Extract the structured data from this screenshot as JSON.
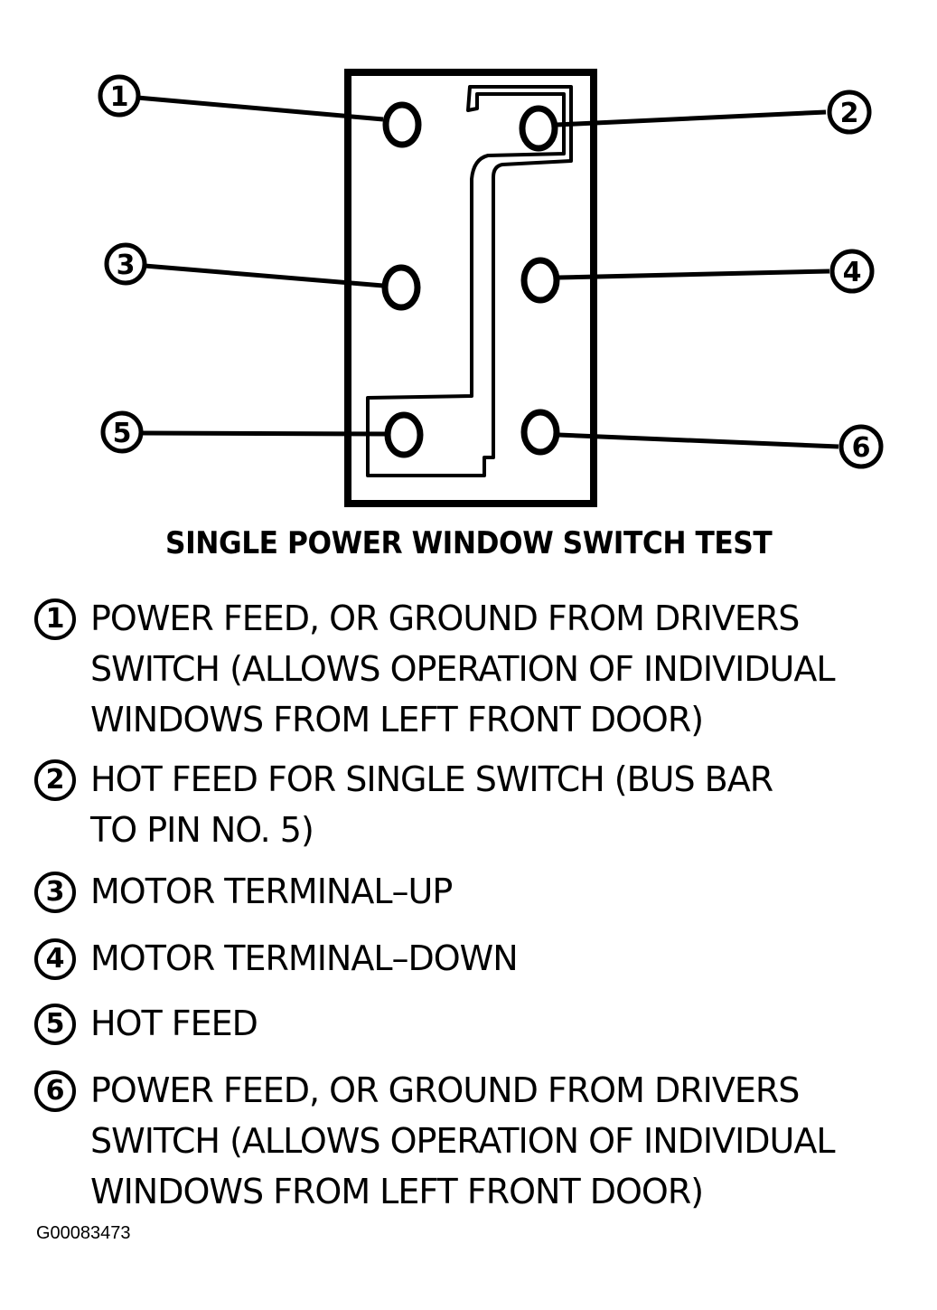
{
  "title": "SINGLE POWER WINDOW SWITCH TEST",
  "callouts": [
    "1",
    "2",
    "3",
    "4",
    "5",
    "6"
  ],
  "legend": [
    {
      "num": "1",
      "lines": [
        "POWER FEED, OR GROUND FROM DRIVERS",
        "SWITCH (ALLOWS OPERATION OF INDIVIDUAL",
        "WINDOWS FROM LEFT FRONT DOOR)"
      ]
    },
    {
      "num": "2",
      "lines": [
        "HOT FEED FOR SINGLE SWITCH (BUS BAR",
        "TO PIN NO. 5)"
      ]
    },
    {
      "num": "3",
      "lines": [
        "MOTOR TERMINAL–UP"
      ]
    },
    {
      "num": "4",
      "lines": [
        "MOTOR TERMINAL–DOWN"
      ]
    },
    {
      "num": "5",
      "lines": [
        "HOT FEED"
      ]
    },
    {
      "num": "6",
      "lines": [
        "POWER FEED, OR GROUND FROM DRIVERS",
        "SWITCH (ALLOWS OPERATION OF INDIVIDUAL",
        "WINDOWS FROM LEFT FRONT DOOR)"
      ]
    }
  ],
  "figure_id": "G00083473"
}
